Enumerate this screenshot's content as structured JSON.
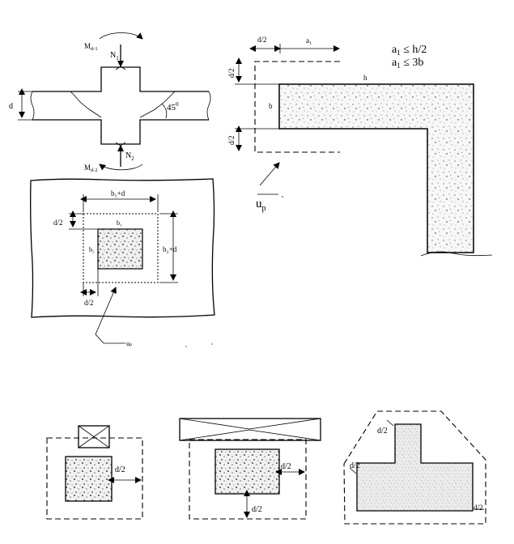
{
  "labels": {
    "m_top": "M",
    "m_top_sub": "d-1",
    "n_top": "N",
    "n_top_sub": "1",
    "n_bottom": "N",
    "n_bottom_sub": "2",
    "m_bottom": "M",
    "m_bottom_sub": "d-2",
    "d": "d",
    "angle": "45",
    "angle_sup": "0",
    "plan_b1_plus_d": "b₁+d",
    "plan_b1": "b₁",
    "plan_b2": "b₂",
    "plan_b2_plus_d": "b₂+d",
    "d2_a": "d/2",
    "d2_b": "d/2",
    "plan_up": "uₚ",
    "edge_d2_top": "d/2",
    "edge_a1": "a",
    "edge_a1_sub": "1",
    "cond1_a": "a",
    "cond1_sub": "1",
    "cond1_rest": " ≤ h/2",
    "cond2_a": "a",
    "cond2_sub": "1",
    "cond2_rest": " ≤ 3b",
    "edge_h": "h",
    "edge_b": "b",
    "edge_d2_left_top": "d/2",
    "edge_d2_left_bottom": "d/2",
    "edge_up": "u",
    "edge_up_sub": "p",
    "small1_d2": "d/2",
    "small2_d2_right": "d/2",
    "small2_d2_bottom": "d/2",
    "small3_d2_top": "d/2",
    "small3_d2_left": "d/2",
    "small3_d2_right": "d/2"
  }
}
